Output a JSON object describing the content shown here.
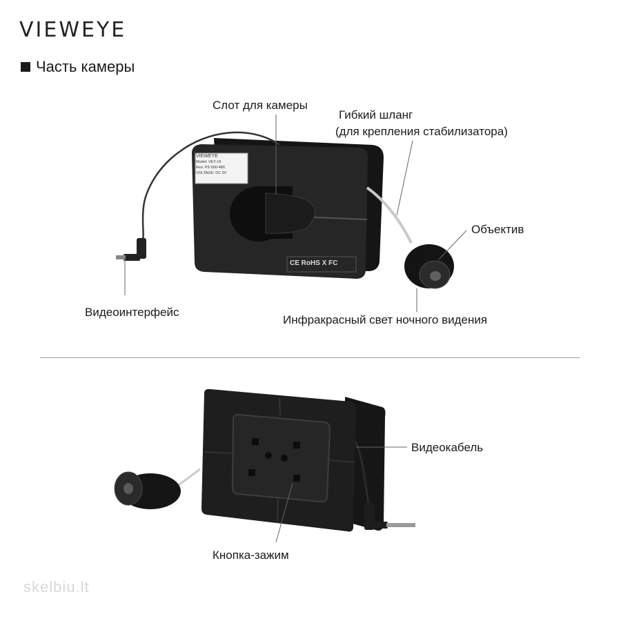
{
  "brand": {
    "logo": "VIEWEYE"
  },
  "section": {
    "title": "Часть камеры"
  },
  "top_device": {
    "sticker_lines": [
      "VIEWEYE",
      "Model: VET-15",
      "Res: PS 600-480",
      "VOLTAGE: DC 5V"
    ],
    "marks": "CE RoHS X FC"
  },
  "labels": {
    "camera_slot": "Слот для камеры",
    "flex_hose_1": "Гибкий шланг",
    "flex_hose_2": "(для крепления стабилизатора)",
    "lens": "Объектив",
    "video_interface": "Видеоинтерфейс",
    "ir_light": "Инфракрасный свет ночного видения",
    "video_cable": "Видеокабель",
    "clip_button": "Кнопка-зажим"
  },
  "watermark": "skelbiu.lt"
}
